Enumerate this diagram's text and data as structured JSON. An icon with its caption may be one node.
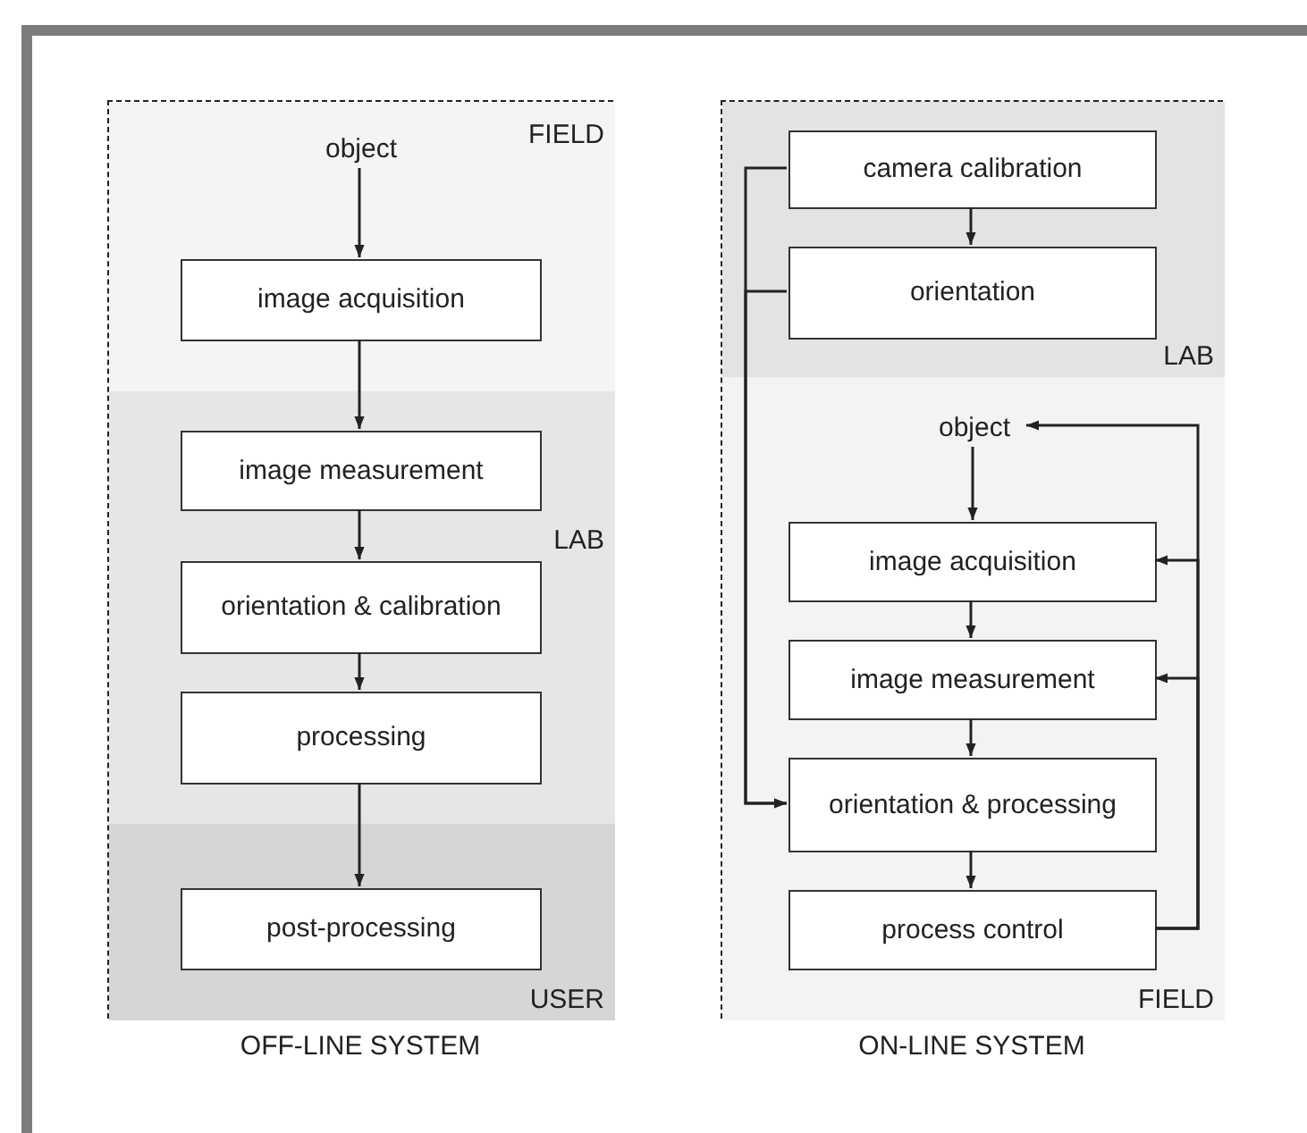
{
  "diagram": {
    "nodes": [
      {
        "text": [
          "OFF-LINE SYSTEM"
        ]
      },
      {
        "text": [
          "FIELD"
        ],
        "in": 0
      },
      {
        "text": [
          "object"
        ],
        "in": 1
      },
      {
        "text": [
          "image acquisition"
        ],
        "in": 1
      },
      {
        "text": [
          "LAB"
        ],
        "in": 0
      },
      {
        "text": [
          "image measurement"
        ],
        "in": 4
      },
      {
        "text": [
          "orientation & calibration"
        ],
        "in": 4
      },
      {
        "text": [
          "processing"
        ],
        "in": 4
      },
      {
        "text": [
          "USER"
        ],
        "in": 0
      },
      {
        "text": [
          "post-processing"
        ],
        "in": 8
      },
      {
        "text": [
          "ON-LINE SYSTEM"
        ]
      },
      {
        "text": [
          "LAB"
        ],
        "in": 10
      },
      {
        "text": [
          "camera calibration"
        ],
        "in": 11
      },
      {
        "text": [
          "orientation"
        ],
        "in": 11
      },
      {
        "text": [
          "FIELD"
        ],
        "in": 10
      },
      {
        "text": [
          "object"
        ],
        "in": 14
      },
      {
        "text": [
          "image acquisition"
        ],
        "in": 14
      },
      {
        "text": [
          "image measurement"
        ],
        "in": 14
      },
      {
        "text": [
          "orientation & processing"
        ],
        "in": 14
      },
      {
        "text": [
          "process control"
        ],
        "in": 14
      }
    ],
    "edges": [
      {
        "from": 2,
        "to": 3,
        "arrow": "to"
      },
      {
        "from": 3,
        "to": 5,
        "arrow": "to"
      },
      {
        "from": 5,
        "to": 6,
        "arrow": "to"
      },
      {
        "from": 6,
        "to": 7,
        "arrow": "to"
      },
      {
        "from": 7,
        "to": 9,
        "arrow": "to"
      },
      {
        "from": 12,
        "to": 13,
        "arrow": "to"
      },
      {
        "from": 12,
        "to": 18,
        "arrow": "to"
      },
      {
        "from": 13,
        "to": 18,
        "arrow": "to"
      },
      {
        "from": 15,
        "to": 16,
        "arrow": "to"
      },
      {
        "from": 16,
        "to": 17,
        "arrow": "to"
      },
      {
        "from": 17,
        "to": 18,
        "arrow": "to"
      },
      {
        "from": 18,
        "to": 19,
        "arrow": "to"
      },
      {
        "from": 19,
        "to": 15,
        "arrow": "to"
      },
      {
        "from": 19,
        "to": 16,
        "arrow": "to"
      },
      {
        "from": 19,
        "to": 17,
        "arrow": "to"
      }
    ]
  }
}
